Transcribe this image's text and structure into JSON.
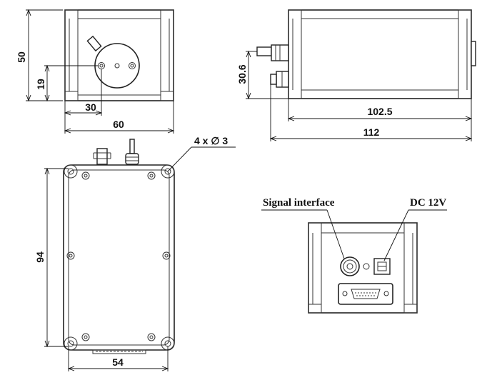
{
  "dimensions": {
    "front_height": "50",
    "front_hole_height": "19",
    "front_hole_offset": "30",
    "front_width": "60",
    "side_connector_height": "30.6",
    "side_body_length": "102.5",
    "side_total_length": "112",
    "holes_spec": "4 x ∅ 3",
    "top_length": "94",
    "top_width": "54"
  },
  "labels": {
    "signal_interface": "Signal interface",
    "dc_power": "DC 12V"
  }
}
